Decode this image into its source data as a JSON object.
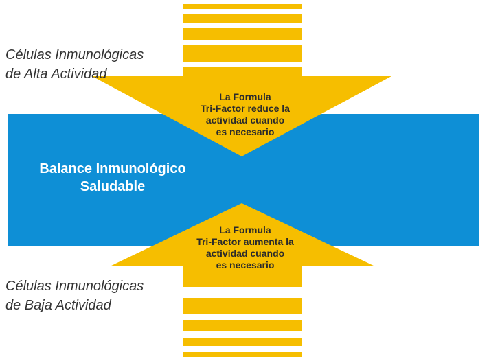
{
  "colors": {
    "band": "#0e8fd6",
    "arrow": "#f6be00",
    "stripe": "#f6be00"
  },
  "high_activity_label": {
    "line1": "Células Inmunológicas",
    "line2": "de Alta Actividad"
  },
  "low_activity_label": {
    "line1": "Células Inmunológicas",
    "line2": "de Baja Actividad"
  },
  "balance_label": {
    "line1": "Balance Inmunológico",
    "line2": "Saludable"
  },
  "down_arrow_text": {
    "line1": "La Formula",
    "line2": "Tri-Factor reduce la",
    "line3": "actividad cuando",
    "line4": "es necesario"
  },
  "up_arrow_text": {
    "line1": "La Formula",
    "line2": "Tri-Factor aumenta la",
    "line3": "actividad cuando",
    "line4": "es necesario"
  }
}
